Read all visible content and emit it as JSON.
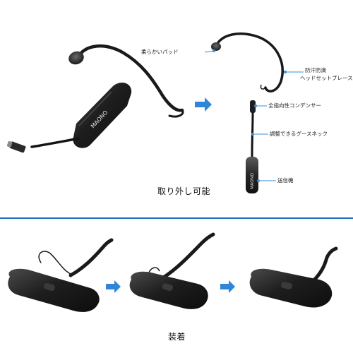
{
  "labels": {
    "soft_pad": "柔らかいパッド",
    "brace_line1": "防汗防滴",
    "brace_line2": "ヘッドセットブレース",
    "condenser_mic": "全指向性コンデンサー",
    "gooseneck": "調整できるグースネック",
    "transmitter": "送信機"
  },
  "captions": {
    "detachable": "取り外し可能",
    "wearing": "装着"
  },
  "product": {
    "logo_text": "MAONO"
  },
  "colors": {
    "arrow": "#2f86d6",
    "divider": "#1f6fbf",
    "leader_line": "#3a8fd8",
    "device_dark": "#1c1c1c",
    "device_light": "#3a3a3a",
    "text": "#222222"
  }
}
